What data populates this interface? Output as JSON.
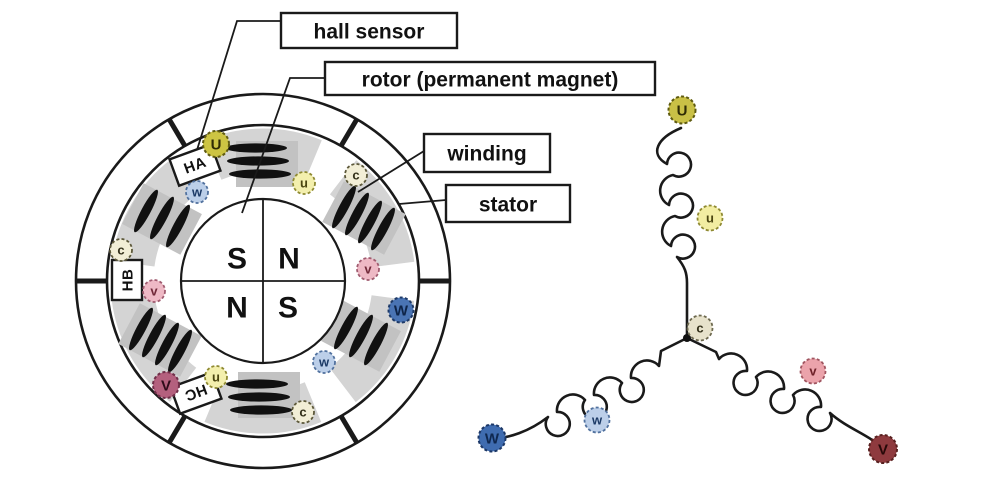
{
  "labels": {
    "hall_sensor": "hall sensor",
    "rotor": "rotor (permanent magnet)",
    "winding": "winding",
    "stator": "stator"
  },
  "motor": {
    "poles": {
      "tl": "S",
      "tr": "N",
      "bl": "N",
      "br": "S"
    },
    "halls": {
      "ha": "HA",
      "hb": "HB",
      "hc": "HC"
    },
    "terminals": {
      "U": "U",
      "u_top": "u",
      "c_top_right": "c",
      "w_top_left": "w",
      "c_left": "c",
      "v_right": "v",
      "v_left": "v",
      "W_right": "W",
      "w_bottom_right": "w",
      "V_bottom_left": "V",
      "u_bottom": "u",
      "c_bottom": "c"
    }
  },
  "wye": {
    "terminals": {
      "U": "U",
      "u": "u",
      "c": "c",
      "w": "w",
      "W": "W",
      "v": "v",
      "V": "V"
    }
  },
  "colors": {
    "line": "#1a1a1a",
    "stator_gray": "#d4d4d4",
    "shadow_gray": "#c2c2c2",
    "phase_u": "#cdc443",
    "phase_u_light": "#f3efad",
    "common_cream": "#f2eed6",
    "phase_w": "#4a74b4",
    "phase_w_light": "#bccfe9",
    "phase_v_rose": "#b4607e",
    "phase_v_dark": "#8e3a3e",
    "phase_v_light": "#eeb9c5",
    "phase_v_salmon": "#eba3ab"
  }
}
